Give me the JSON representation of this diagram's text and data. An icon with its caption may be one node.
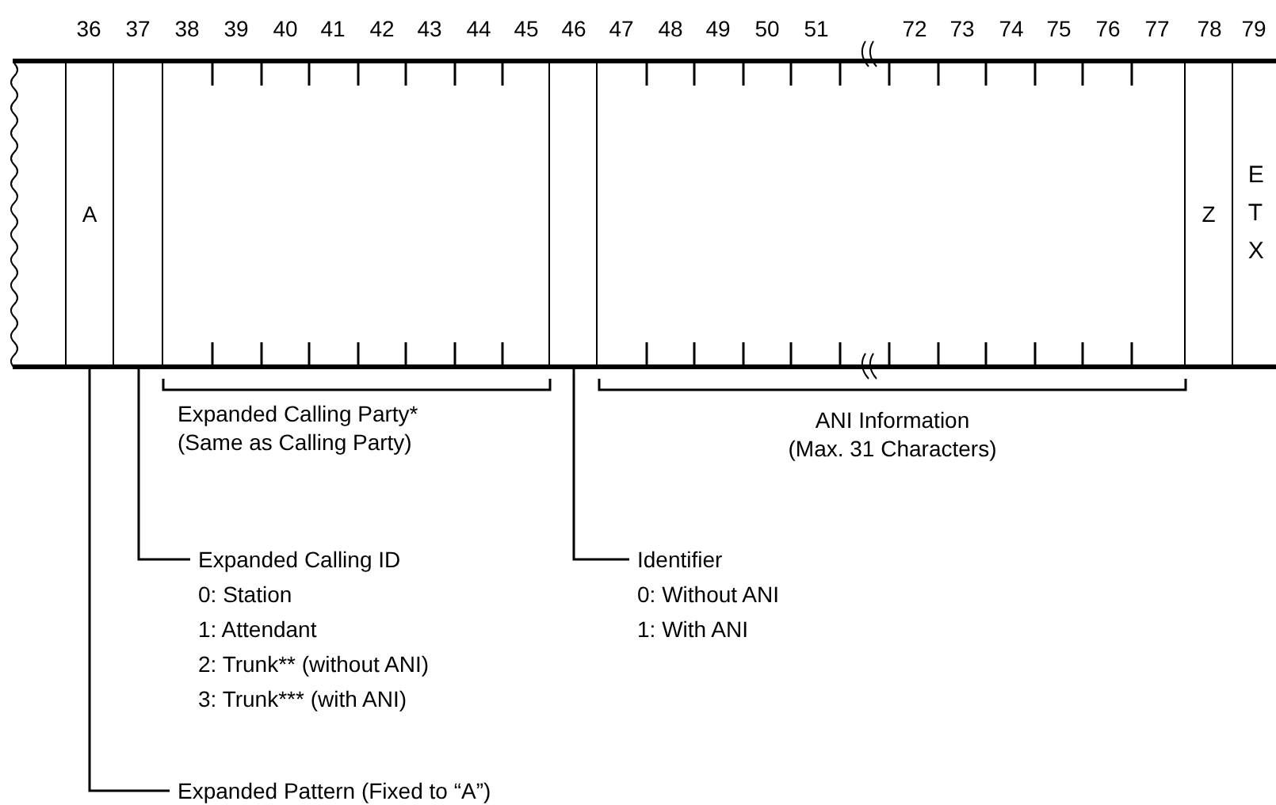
{
  "diagram": {
    "nodes": [
      {
        "text": [
          "A"
        ]
      },
      {
        "text": [],
        "shape": "box"
      },
      {
        "text": [],
        "shape": "box"
      },
      {
        "text": [],
        "shape": "box"
      },
      {
        "text": [],
        "shape": "box"
      },
      {
        "text": [
          "Z"
        ]
      },
      {
        "text": [
          "ETX"
        ]
      },
      {
        "text": [
          "Expanded Calling ID",
          "0: Station",
          "1: Attendant",
          "2: Trunk** (without ANI)",
          "3: Trunk*** (with ANI)"
        ]
      },
      {
        "text": [
          "Identifier",
          "0: Without ANI",
          "1: With ANI"
        ]
      },
      {
        "text": [
          "Expanded Pattern (Fixed to “A”)"
        ]
      }
    ],
    "edges": [
      {
        "from": 7,
        "to": 1,
        "arrow": "none"
      },
      {
        "from": 8,
        "to": 3,
        "arrow": "none"
      },
      {
        "from": 9,
        "to": 0,
        "arrow": "none"
      }
    ],
    "labels": [
      "36",
      "37",
      "38",
      "39",
      "40",
      "41",
      "42",
      "43",
      "44",
      "45",
      "46",
      "47",
      "48",
      "49",
      "50",
      "51",
      "72",
      "73",
      "74",
      "75",
      "76",
      "77",
      "78",
      "79",
      "Expanded Calling Party* (Same as Calling Party)",
      "ANI Information (Max. 31 Characters)"
    ]
  }
}
